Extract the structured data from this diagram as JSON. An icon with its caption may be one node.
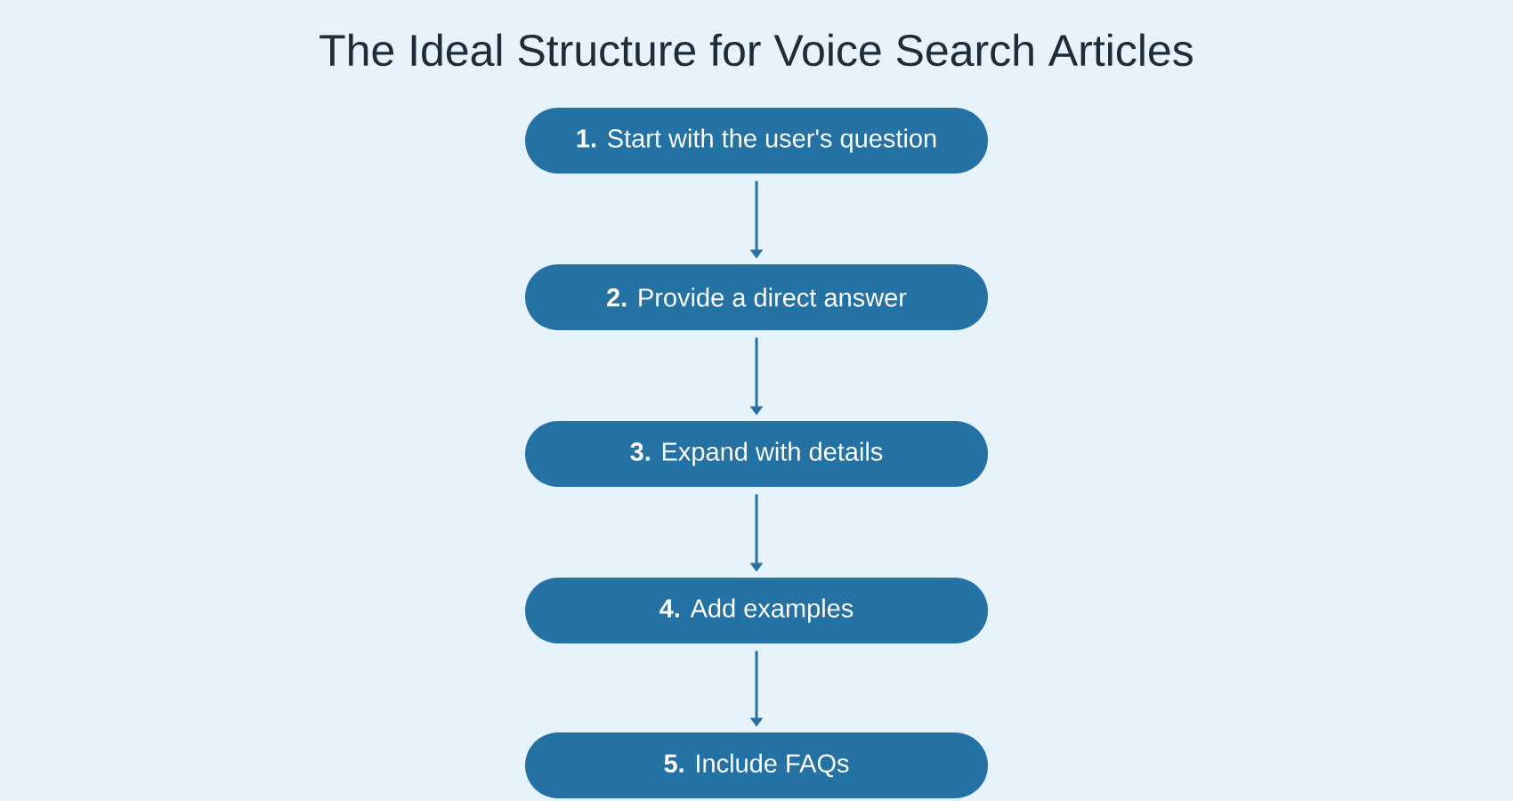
{
  "diagram": {
    "title": "The Ideal Structure for Voice Search Articles",
    "nodes": [
      {
        "text": [
          "**1.** Start with the user's question"
        ]
      },
      {
        "text": [
          "**2.** Provide a direct answer"
        ]
      },
      {
        "text": [
          "**3.** Expand with details"
        ]
      },
      {
        "text": [
          "**4.** Add examples"
        ]
      },
      {
        "text": [
          "**5.** Include FAQs"
        ]
      }
    ],
    "edges": [
      {
        "from": 0,
        "to": 1,
        "arrow": "to"
      },
      {
        "from": 1,
        "to": 2,
        "arrow": "to"
      },
      {
        "from": 2,
        "to": 3,
        "arrow": "to"
      },
      {
        "from": 3,
        "to": 4,
        "arrow": "to"
      }
    ]
  }
}
